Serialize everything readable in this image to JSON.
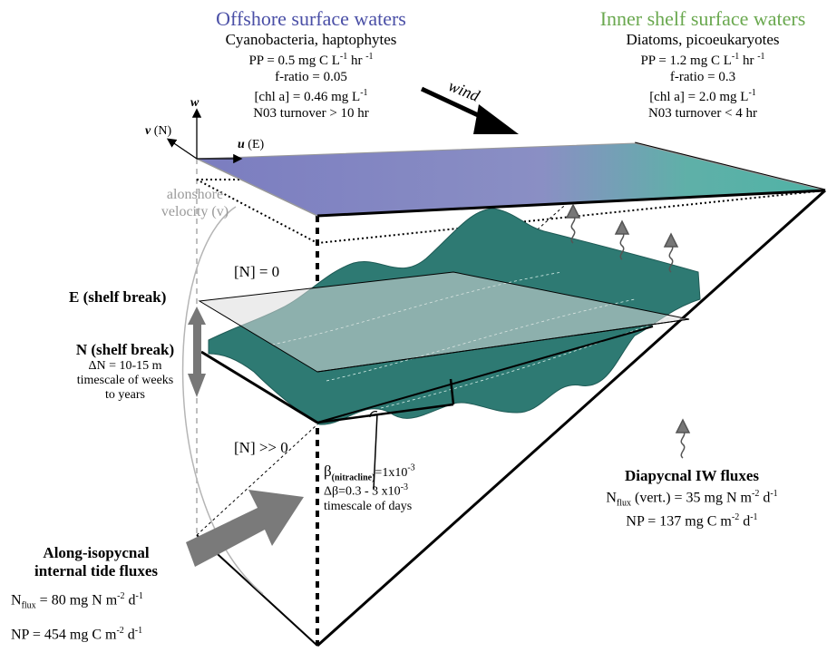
{
  "offshore": {
    "title": "Offshore surface waters",
    "organisms": "Cyanobacteria, haptophytes",
    "pp": "PP = 0.5 mg C L",
    "pp_exp1": "-1",
    "pp_mid": " hr ",
    "pp_exp2": "-1",
    "f_ratio": "f-ratio = 0.05",
    "chl": "[chl a] = 0.46 mg L",
    "chl_exp": "-1",
    "no3": "N03 turnover > 10 hr"
  },
  "inner": {
    "title": "Inner shelf surface waters",
    "organisms": "Diatoms, picoeukaryotes",
    "pp": "PP = 1.2 mg C L",
    "pp_exp1": "-1",
    "pp_mid": " hr ",
    "pp_exp2": "-1",
    "f_ratio": "f-ratio = 0.3",
    "chl": "[chl a] = 2.0 mg L",
    "chl_exp": "-1",
    "no3": "N03 turnover < 4 hr"
  },
  "wind": "wind",
  "axes": {
    "w": "w",
    "v": "v",
    "v_unit": " (N)",
    "u": "u",
    "u_unit": " (E)"
  },
  "alongshore": {
    "line1": "alonshore",
    "line2": "velocity (v)"
  },
  "n_zero": "[N] = 0",
  "n_gg_zero": "[N] >> 0",
  "shelf_e": "E (shelf break)",
  "shelf_n": {
    "title": "N (shelf break)",
    "delta": "ΔN = 10-15 m",
    "timescale1": "timescale of weeks",
    "timescale2": "to years"
  },
  "beta": {
    "symbol": "β",
    "sub": "(nitracline)",
    "value": "=1x10",
    "exp": "-3",
    "delta": "Δβ=0.3 - 3 x10",
    "delta_exp": "-3",
    "timescale": "timescale of days"
  },
  "diapycnal": {
    "title": "Diapycnal IW fluxes",
    "nflux": "N",
    "nflux_sub": "flux",
    "nflux_rest": " (vert.) = 35 mg N m",
    "nflux_e1": "-2",
    "nflux_mid": " d",
    "nflux_e2": "-1",
    "np": "NP = 137 mg C m",
    "np_e1": "-2",
    "np_mid": " d",
    "np_e2": "-1"
  },
  "isopycnal": {
    "title1": "Along-isopycnal",
    "title2": "internal tide fluxes",
    "nflux": "N",
    "nflux_sub": "flux",
    "nflux_rest": " = 80 mg N m",
    "nflux_e1": "-2",
    "nflux_mid": " d",
    "nflux_e2": "-1",
    "np": "NP = 454 mg C m",
    "np_e1": "-2",
    "np_mid": " d",
    "np_e2": "-1"
  },
  "colors": {
    "offshore_title": "#4a4fa6",
    "inner_title": "#6aa84f",
    "surface_left": "#7b7dc0",
    "surface_right": "#4fb3a6",
    "isopycnal": "#2e7a73",
    "arrow_gray": "#7a7a7a"
  }
}
